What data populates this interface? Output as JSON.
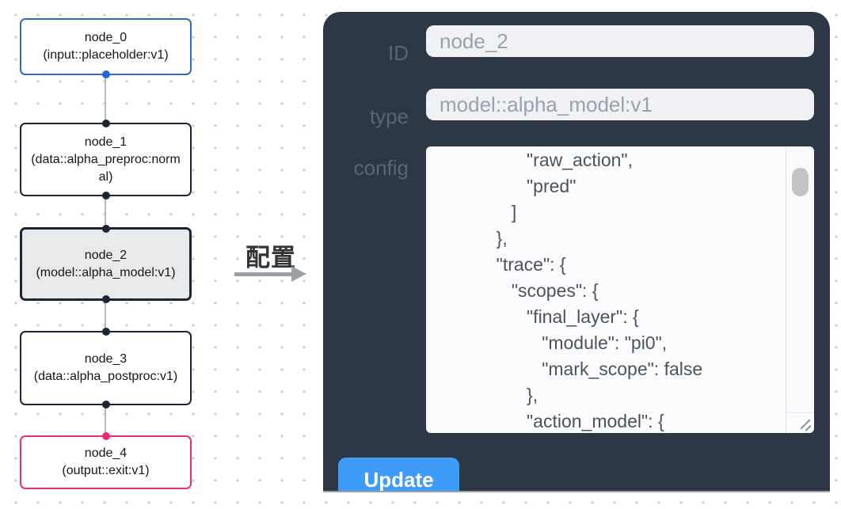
{
  "flow": {
    "nodes": [
      {
        "label": "node_0",
        "type_label": "(input::placeholder:v1)",
        "border_color": "#3068cf",
        "port_bottom_color": "#2563d8"
      },
      {
        "label": "node_1",
        "type_label": "(data::alpha_preproc:normal)",
        "border_color": "#1d2433",
        "port_color": "#1d2433"
      },
      {
        "label": "node_2",
        "type_label": "(model::alpha_model:v1)",
        "border_color": "#1d2433",
        "fill": "#e8e9ea",
        "selected": true,
        "port_color": "#1d2433"
      },
      {
        "label": "node_3",
        "type_label": "(data::alpha_postproc:v1)",
        "border_color": "#1d2433",
        "port_color": "#1d2433"
      },
      {
        "label": "node_4",
        "type_label": "(output::exit:v1)",
        "border_color": "#ed2e6e",
        "port_top_color": "#ed2e6e"
      }
    ],
    "edge_color": "#b4bac2"
  },
  "transition": {
    "label": "配置",
    "arrow_color": "#9aa1a9"
  },
  "panel": {
    "background": "#2d3746",
    "fields": [
      {
        "label": "ID",
        "value": "node_2"
      },
      {
        "label": "type",
        "value": "model::alpha_model:v1"
      }
    ],
    "config": {
      "label": "config",
      "text": "                  \"raw_action\",\n                  \"pred\"\n               ]\n            },\n            \"trace\": {\n               \"scopes\": {\n                  \"final_layer\": {\n                     \"module\": \"pi0\",\n                     \"mark_scope\": false\n                  },\n                  \"action_model\": {"
    },
    "update_button": {
      "label": "Update",
      "color": "#3e9bf8"
    }
  }
}
